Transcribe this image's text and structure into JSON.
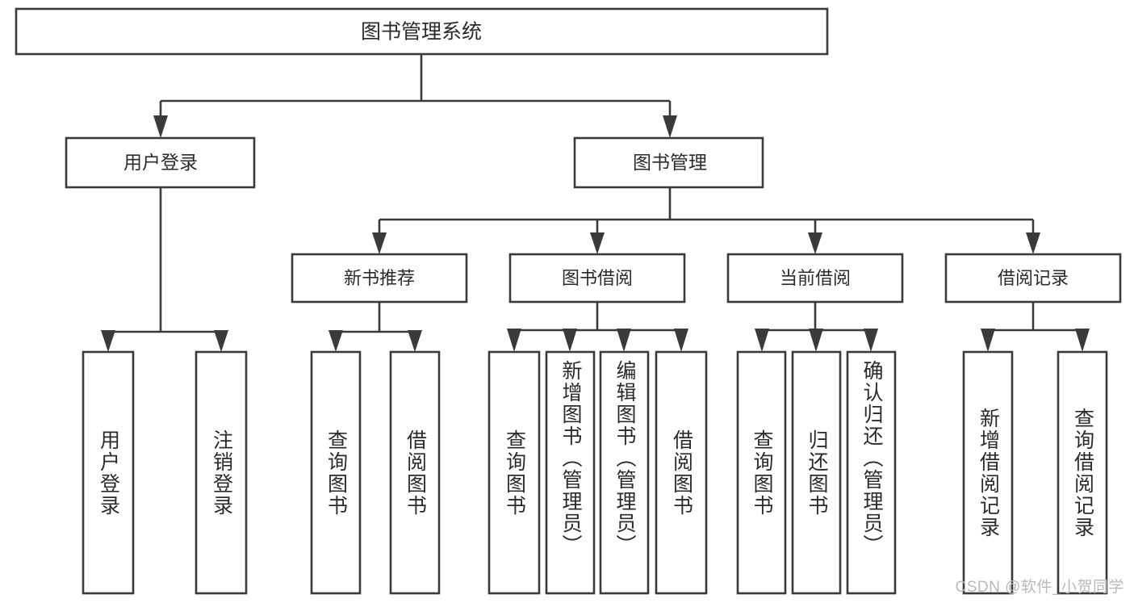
{
  "diagram": {
    "type": "tree",
    "title": "图书管理系统",
    "watermark": "CSDN @软件_小贺同学",
    "colors": {
      "stroke": "#3a3a3a",
      "fill": "#ffffff",
      "text": "#2b2b2b",
      "watermark": "#b9b9b9",
      "background": "#ffffff"
    },
    "levels": {
      "root": {
        "label": "图书管理系统"
      },
      "level2": [
        {
          "label": "用户登录"
        },
        {
          "label": "图书管理"
        }
      ],
      "level3": [
        {
          "label": "新书推荐"
        },
        {
          "label": "图书借阅"
        },
        {
          "label": "当前借阅"
        },
        {
          "label": "借阅记录"
        }
      ],
      "leaves": [
        {
          "label": "用户登录",
          "parent": "用户登录"
        },
        {
          "label": "注销登录",
          "parent": "用户登录"
        },
        {
          "label": "查询图书",
          "parent": "新书推荐"
        },
        {
          "label": "借阅图书",
          "parent": "新书推荐"
        },
        {
          "label": "查询图书",
          "parent": "图书借阅"
        },
        {
          "label": "新增图书（管理员）",
          "parent": "图书借阅"
        },
        {
          "label": "编辑图书（管理员）",
          "parent": "图书借阅"
        },
        {
          "label": "借阅图书",
          "parent": "图书借阅"
        },
        {
          "label": "查询图书",
          "parent": "当前借阅"
        },
        {
          "label": "归还图书",
          "parent": "当前借阅"
        },
        {
          "label": "确认归还（管理员）",
          "parent": "当前借阅"
        },
        {
          "label": "新增借阅记录",
          "parent": "借阅记录"
        },
        {
          "label": "查询借阅记录",
          "parent": "借阅记录"
        }
      ]
    }
  }
}
